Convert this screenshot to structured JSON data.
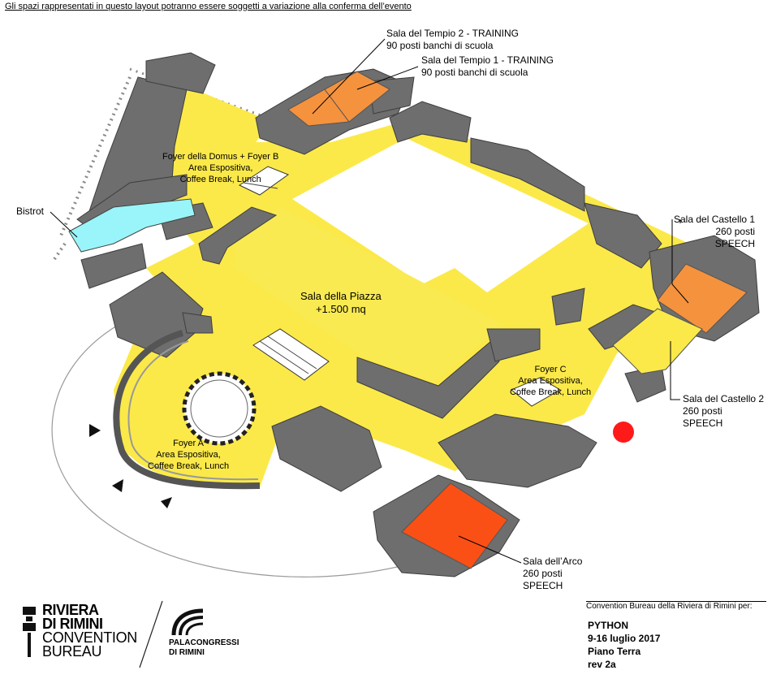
{
  "notice": "Gli spazi rappresentati in questo layout potranno essere soggetti a variazione alla conferma dell’evento",
  "labels": {
    "tempio2": {
      "name": "Sala del Tempio 2 - TRAINING",
      "detail": "90 posti banchi di scuola"
    },
    "tempio1": {
      "name": "Sala del Tempio 1 - TRAINING",
      "detail": "90 posti banchi di scuola"
    },
    "foyer_domus": {
      "line1": "Foyer della Domus + Foyer B",
      "line2": "Area Espositiva,",
      "line3": "Coffee Break, Lunch"
    },
    "bistrot": "Bistrot",
    "castello1": {
      "name": "Sala del Castello 1",
      "seats": "260 posti",
      "type": "SPEECH"
    },
    "piazza": {
      "name": "Sala della Piazza",
      "area": "+1.500 mq"
    },
    "foyer_c": {
      "line1": "Foyer C",
      "line2": "Area Espositiva,",
      "line3": "Coffee Break, Lunch"
    },
    "castello2": {
      "name": "Sala del Castello 2",
      "seats": "260 posti",
      "type": "SPEECH"
    },
    "foyer_a": {
      "line1": "Foyer A",
      "line2": "Area Espositiva,",
      "line3": "Coffee Break, Lunch"
    },
    "arco": {
      "name": "Sala dell’Arco",
      "seats": "260 posti",
      "type": "SPEECH"
    }
  },
  "footer": {
    "convention_bureau": "Convention Bureau della Riviera di Rimini per:",
    "event": "PYTHON",
    "dates": "9-16 luglio 2017",
    "floor": "Piano Terra",
    "rev": "rev 2a"
  },
  "logos": {
    "riviera": {
      "line1": "RIVIERA",
      "line2": "DI RIMINI",
      "line3": "CONVENTION",
      "line4": "BUREAU"
    },
    "palacongressi": {
      "line1": "PALACONGRESSI",
      "line2": "DI RIMINI"
    }
  },
  "colors": {
    "foyer_yellow": "#fbe94a",
    "wall_gray": "#6e6e6e",
    "training_orange": "#f5923e",
    "arco_orange": "#fa5016",
    "bistrot_cyan": "#99f5f9",
    "marker_red": "#ff1a1a"
  }
}
